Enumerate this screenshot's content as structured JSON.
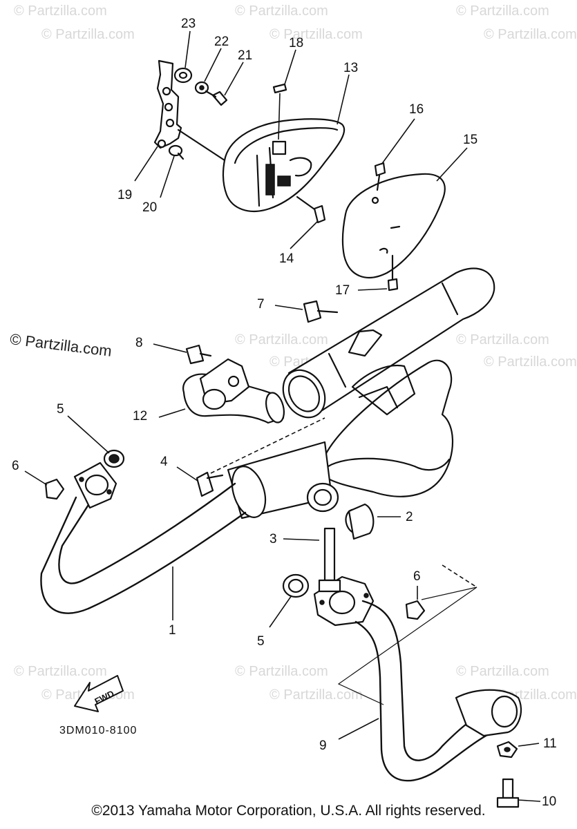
{
  "watermark": {
    "text": "© Partzilla.com",
    "side_text": "© Partzilla.com"
  },
  "diagram_code": "3DM010-8100",
  "fwd_label": "FWD",
  "copyright": "©2013 Yamaha Motor Corporation, U.S.A. All rights reserved.",
  "callouts": {
    "c1": "1",
    "c2": "2",
    "c3": "3",
    "c4": "4",
    "c5a": "5",
    "c5b": "5",
    "c6a": "6",
    "c6b": "6",
    "c7": "7",
    "c8": "8",
    "c9": "9",
    "c10": "10",
    "c11": "11",
    "c12": "12",
    "c13": "13",
    "c14": "14",
    "c15": "15",
    "c16": "16",
    "c17": "17",
    "c18": "18",
    "c19": "19",
    "c20": "20",
    "c21": "21",
    "c22": "22",
    "c23": "23"
  }
}
